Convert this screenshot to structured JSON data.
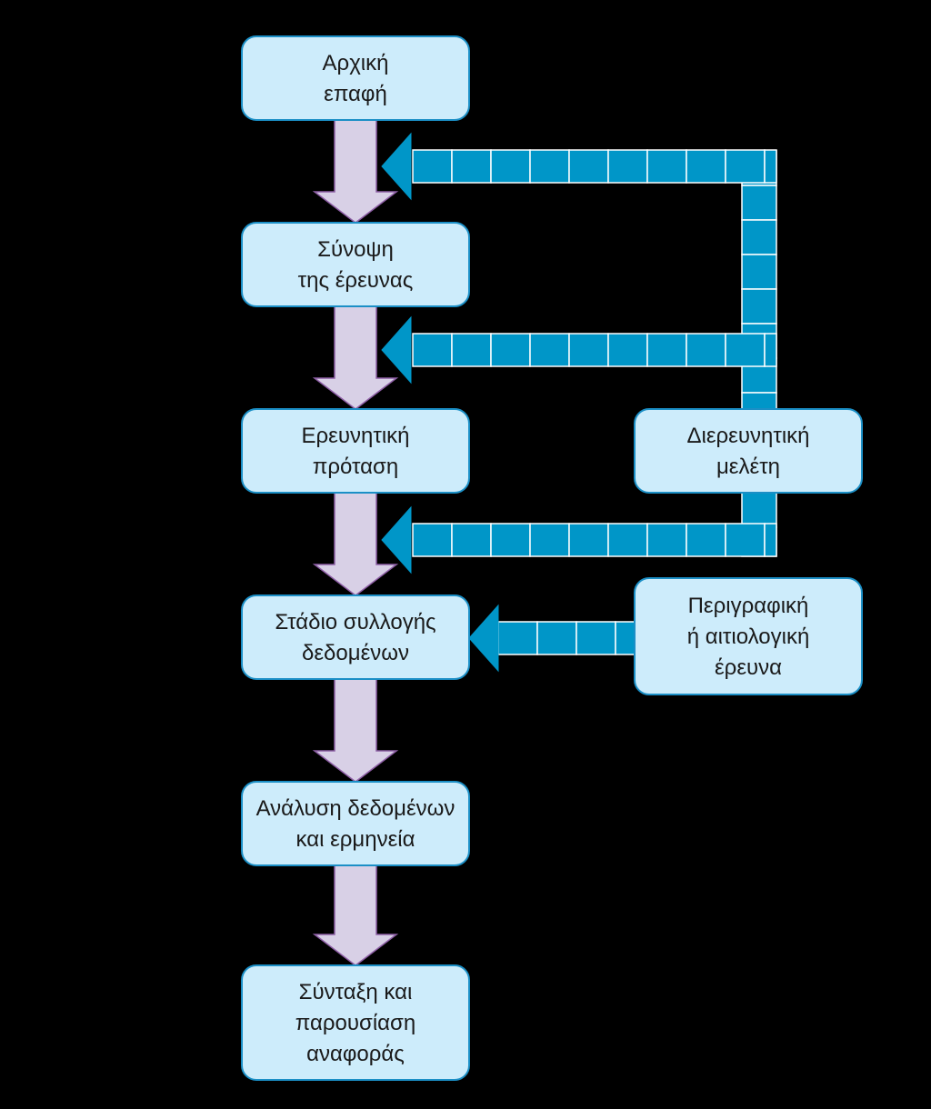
{
  "colors": {
    "background": "#000000",
    "box_fill": "#cdecfb",
    "box_stroke": "#1b8fc6",
    "main_arrow_fill": "#d8d0e6",
    "main_arrow_stroke": "#8e5fa6",
    "feedback_fill": "#0096c8",
    "feedback_stroke": "#ffffff"
  },
  "steps": [
    {
      "id": "initial-contact",
      "lines": [
        "Αρχική",
        "επαφή"
      ]
    },
    {
      "id": "research-summary",
      "lines": [
        "Σύνοψη",
        "της έρευνας"
      ]
    },
    {
      "id": "research-proposal",
      "lines": [
        "Ερευνητική",
        "πρόταση"
      ]
    },
    {
      "id": "data-collection",
      "lines": [
        "Στάδιο συλλογής",
        "δεδομένων"
      ]
    },
    {
      "id": "data-analysis",
      "lines": [
        "Ανάλυση δεδομένων",
        "και ερμηνεία"
      ]
    },
    {
      "id": "report",
      "lines": [
        "Σύνταξη και",
        "παρουσίαση",
        "αναφοράς"
      ]
    }
  ],
  "side_nodes": [
    {
      "id": "exploratory-study",
      "lines": [
        "Διερευνητική",
        "μελέτη"
      ]
    },
    {
      "id": "descriptive-research",
      "lines": [
        "Περιγραφική",
        "ή αιτιολογική",
        "έρευνα"
      ]
    }
  ],
  "edges": [
    {
      "from": "initial-contact",
      "to": "research-summary",
      "kind": "main"
    },
    {
      "from": "research-summary",
      "to": "research-proposal",
      "kind": "main"
    },
    {
      "from": "research-proposal",
      "to": "data-collection",
      "kind": "main"
    },
    {
      "from": "data-collection",
      "to": "data-analysis",
      "kind": "main"
    },
    {
      "from": "data-analysis",
      "to": "report",
      "kind": "main"
    },
    {
      "from": "exploratory-study",
      "to": "initial-contact",
      "kind": "feedback"
    },
    {
      "from": "exploratory-study",
      "to": "research-summary",
      "kind": "feedback"
    },
    {
      "from": "exploratory-study",
      "to": "research-proposal",
      "kind": "feedback"
    },
    {
      "from": "descriptive-research",
      "to": "data-collection",
      "kind": "feedback"
    }
  ]
}
